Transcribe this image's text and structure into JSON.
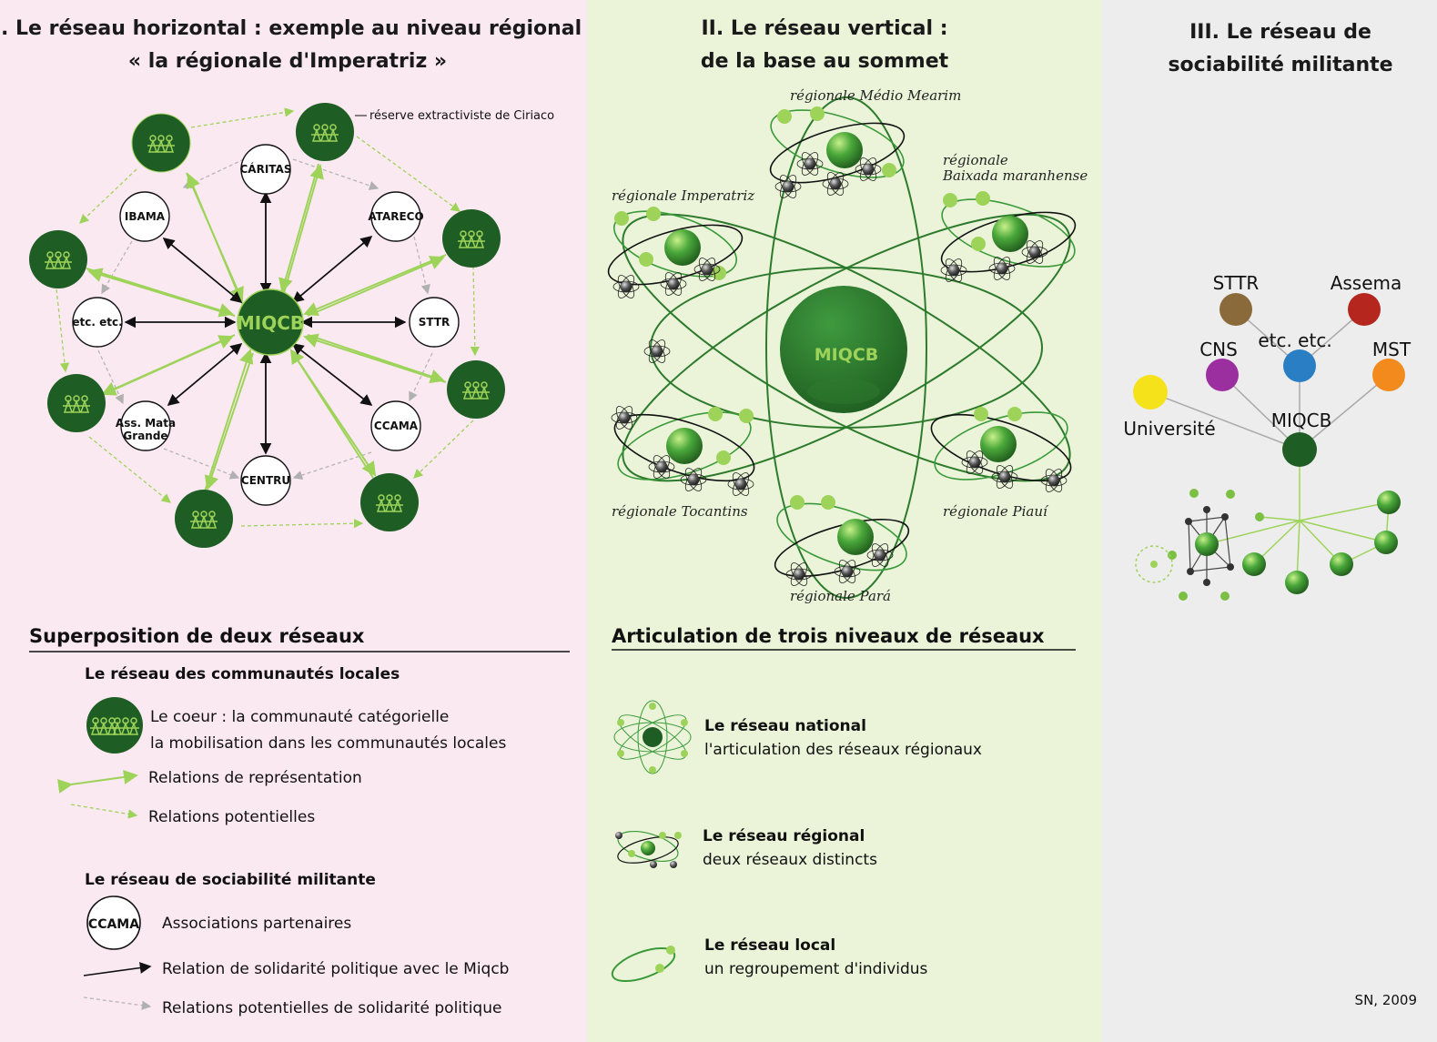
{
  "section1": {
    "title_line1": "I. Le réseau horizontal : exemple au niveau régional",
    "title_line2": "« la régionale d'Imperatriz »",
    "center": "MIQCB",
    "annotation": "réserve extractiviste de Ciriaco",
    "orgs": {
      "caritas": "CÁRITAS",
      "ibama": "IBAMA",
      "atareco": "ATARECO",
      "etc": "etc. etc.",
      "sttr": "STTR",
      "assmata_1": "Ass. Mata",
      "assmata_2": "Grande",
      "ccama": "CCAMA",
      "centru": "CENTRU"
    }
  },
  "section2": {
    "title_line1": "II. Le réseau vertical :",
    "title_line2": "de la base au sommet",
    "center": "MIQCB",
    "regions": {
      "medio": "régionale Médio Mearim",
      "baixada_1": "régionale",
      "baixada_2": "Baixada maranhense",
      "imperatriz": "régionale Imperatriz",
      "tocantins": "régionale Tocantins",
      "piaui": "régionale Piauí",
      "para": "régionale Pará"
    }
  },
  "section3": {
    "title_line1": "III. Le réseau de",
    "title_line2": "sociabilité militante",
    "nodes": {
      "sttr": "STTR",
      "assema": "Assema",
      "cns": "CNS",
      "etc": "etc. etc.",
      "mst": "MST",
      "universite": "Université",
      "miqcb": "MIQCB"
    },
    "colors": {
      "sttr": "#8a6a3a",
      "assema": "#b5261e",
      "cns": "#9b2fa0",
      "etc": "#2a7fc4",
      "mst": "#f28a1e",
      "universite": "#f5e21a",
      "miqcb": "#1e5e24"
    },
    "credit": "SN, 2009"
  },
  "legend1": {
    "heading": "Superposition de deux réseaux",
    "sub1": "Le réseau des communautés locales",
    "coeur_line1": "Le coeur : la communauté catégorielle",
    "coeur_line2": "la mobilisation dans les communautés locales",
    "rel_rep": "Relations de représentation",
    "rel_pot": "Relations potentielles",
    "sub2": "Le réseau de sociabilité militante",
    "assoc_icon_label": "CCAMA",
    "assoc": "Associations partenaires",
    "rel_sol": "Relation de solidarité politique avec le Miqcb",
    "rel_sol_pot": "Relations potentielles de solidarité politique"
  },
  "legend2": {
    "heading": "Articulation de trois niveaux de réseaux",
    "national_title": "Le réseau national",
    "national_desc": "l'articulation des réseaux régionaux",
    "regional_title": "Le réseau régional",
    "regional_desc": "deux réseaux distincts",
    "local_title": "Le réseau local",
    "local_desc": "un regroupement d'individus"
  },
  "colors": {
    "dark_green": "#1e5e24",
    "light_green": "#9ed35a",
    "pink_bg": "#fbe9f1",
    "green_bg": "#ebf4d9",
    "gray_bg": "#ededed"
  }
}
